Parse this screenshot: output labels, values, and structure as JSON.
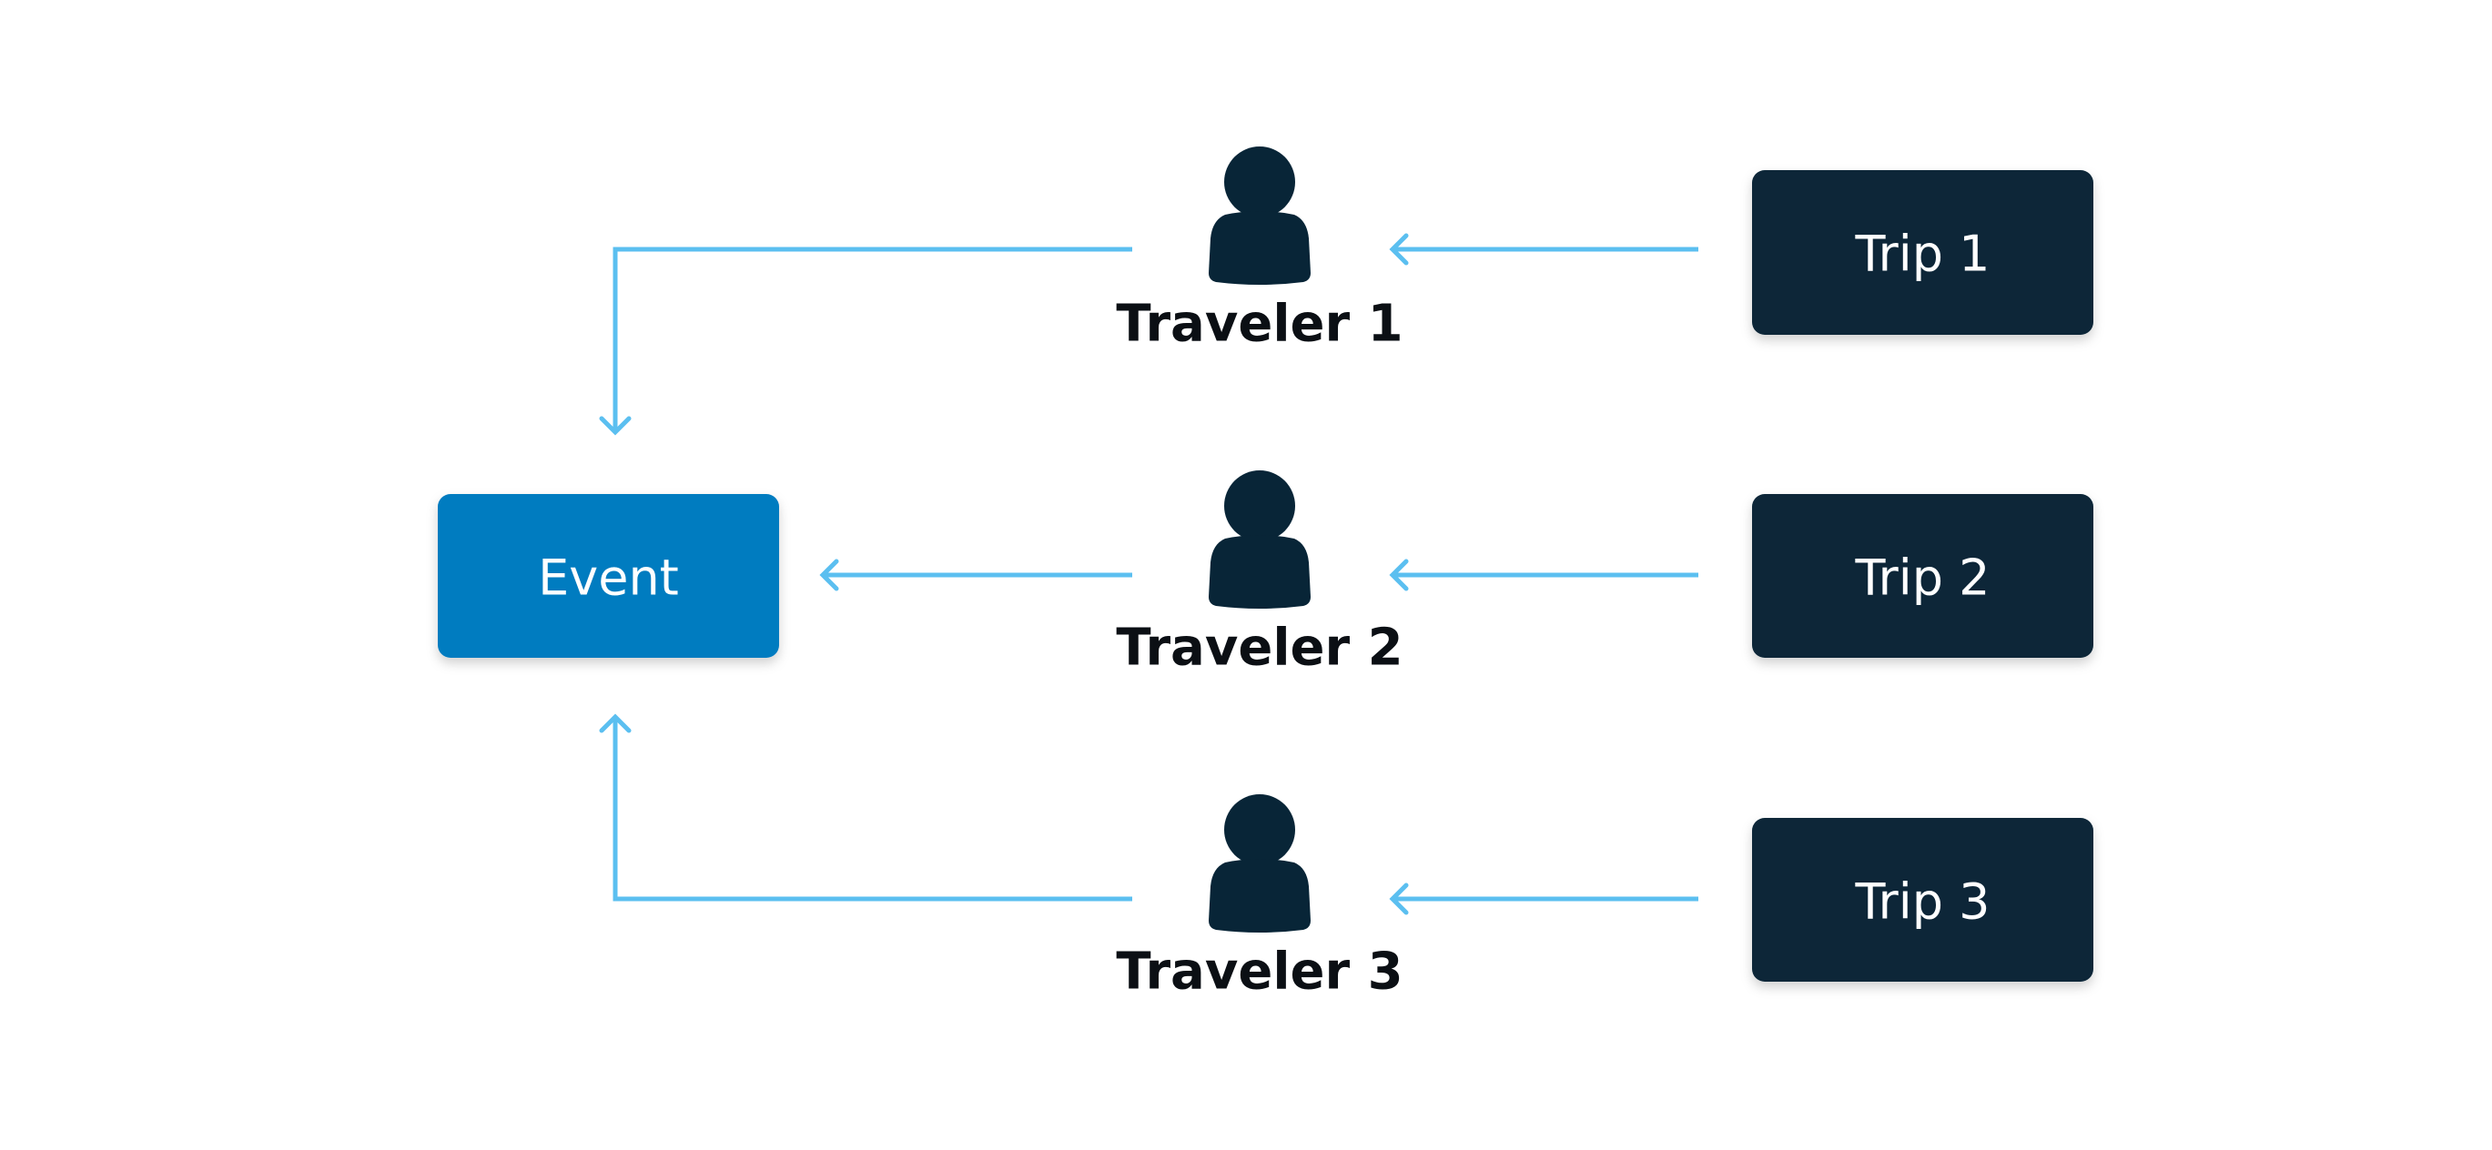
{
  "colors": {
    "background": "#ffffff",
    "event_box": "#007bc0",
    "trip_box": "#082537",
    "traveler_icon": "#082537",
    "connector": "#5bbff0",
    "box_text": "#ffffff",
    "traveler_text": "#0b0f14"
  },
  "event": {
    "label": "Event"
  },
  "trips": [
    {
      "label": "Trip 1"
    },
    {
      "label": "Trip 2"
    },
    {
      "label": "Trip 3"
    }
  ],
  "travelers": [
    {
      "label": "Traveler 1",
      "icon": "person-icon"
    },
    {
      "label": "Traveler 2",
      "icon": "person-icon"
    },
    {
      "label": "Traveler 3",
      "icon": "person-icon"
    }
  ],
  "connections": [
    {
      "from": "Trip 1",
      "to": "Traveler 1"
    },
    {
      "from": "Trip 2",
      "to": "Traveler 2"
    },
    {
      "from": "Trip 3",
      "to": "Traveler 3"
    },
    {
      "from": "Traveler 1",
      "to": "Event"
    },
    {
      "from": "Traveler 2",
      "to": "Event"
    },
    {
      "from": "Traveler 3",
      "to": "Event"
    }
  ]
}
